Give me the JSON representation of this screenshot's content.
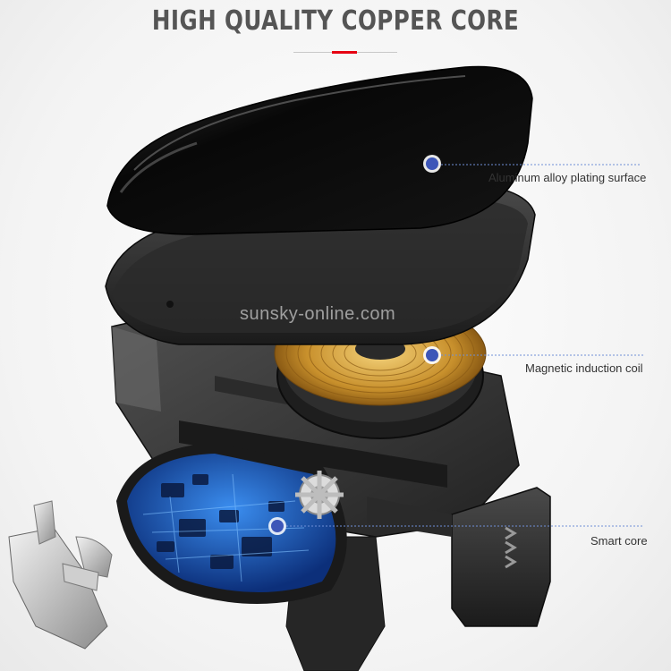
{
  "headline": "HIGH QUALITY COPPER CORE",
  "callouts": [
    {
      "label": "Aluminum alloy plating surface"
    },
    {
      "label": "Magnetic induction coil"
    },
    {
      "label": "Smart core"
    }
  ],
  "watermark": "sunsky-online.com",
  "colors": {
    "accent": "#e60012",
    "marker": "#3d56b8",
    "pcb": "#1e5ad0",
    "coil": "#d9a441"
  }
}
